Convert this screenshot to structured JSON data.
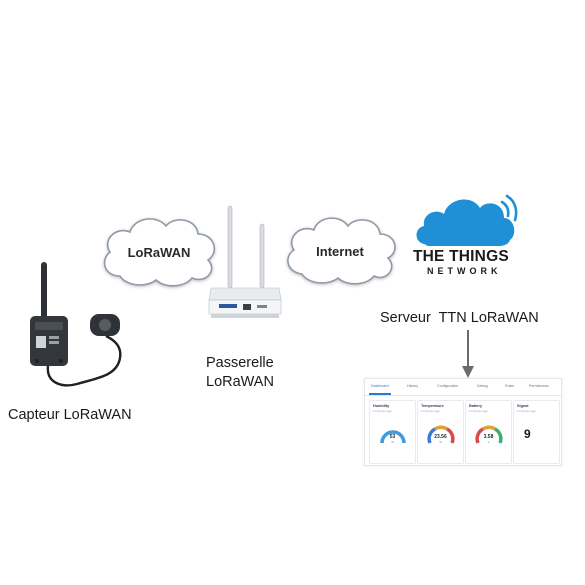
{
  "labels": {
    "cloud_left": "LoRaWAN",
    "cloud_mid": "Internet",
    "ttn_line1": "THE THINGS",
    "ttn_line2": "NETWORK",
    "server": "Serveur  TTN LoRaWAN",
    "gateway_line1": "Passerelle",
    "gateway_line2": "LoRaWAN",
    "sensor": "Capteur LoRaWAN"
  },
  "dashboard": {
    "tabs": [
      "Dashboard",
      "History",
      "Configuration",
      "Debug",
      "Rules",
      "Permissions"
    ],
    "cards": [
      {
        "title": "Humidity",
        "sub": "2 minutes ago",
        "value": "53",
        "unit": "%"
      },
      {
        "title": "Temperature",
        "sub": "2 minutes ago",
        "value": "23.56",
        "unit": "°C"
      },
      {
        "title": "Battery",
        "sub": "2 minutes ago",
        "value": "3.58",
        "unit": "V"
      },
      {
        "title": "Signal",
        "sub": "2 minutes ago",
        "value": "9",
        "unit": ""
      }
    ]
  },
  "colors": {
    "ttn_blue": "#1f8fd6",
    "cloud_outline": "#9aa6b2",
    "arrow": "#6b6b6b"
  }
}
